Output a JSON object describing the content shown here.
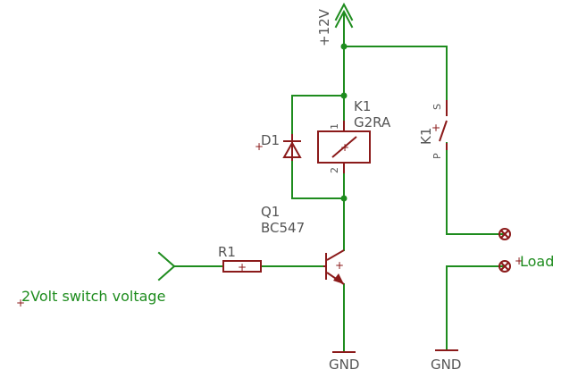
{
  "supply": {
    "label": "+12V"
  },
  "relay": {
    "name": "K1",
    "value": "G2RA",
    "pin1": "1",
    "pin2": "2",
    "switch_name": "K1",
    "switch_p": "P",
    "switch_s": "S"
  },
  "diode": {
    "name": "D1"
  },
  "transistor": {
    "name": "Q1",
    "value": "BC547"
  },
  "resistor": {
    "name": "R1"
  },
  "input": {
    "label": "2Volt switch voltage"
  },
  "output": {
    "label": "Load"
  },
  "ground": {
    "left": "GND",
    "right": "GND"
  },
  "colors": {
    "wire": "#1e8c1e",
    "component": "#8b1a1a",
    "text": "#555555"
  }
}
